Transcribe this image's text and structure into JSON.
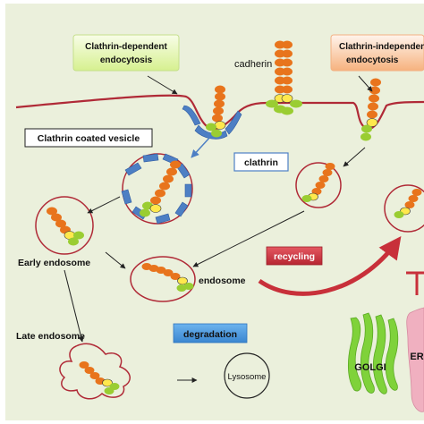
{
  "labels": {
    "clathrin_dependent_line1": "Clathrin-dependent",
    "clathrin_dependent_line2": "endocytosis",
    "cadherin": "cadherin",
    "clathrin_independent_line1": "Clathrin-independent",
    "clathrin_independent_line2": "endocytosis",
    "clathrin_coated_vesicle": "Clathrin coated vesicle",
    "clathrin": "clathrin",
    "early_endosome": "Early endosome",
    "endosome": "endosome",
    "recycling": "recycling",
    "late_endosome": "Late endosome",
    "degradation": "degradation",
    "lysosome": "Lysosome",
    "golgi": "GOLGI",
    "er": "ER"
  },
  "colors": {
    "background": "#ebf0dc",
    "membrane": "#b02a37",
    "cadherin_bead": "#e8741c",
    "catenin_green": "#9acd32",
    "catenin_yellow": "#ffe84d",
    "clathrin_coat": "#4d7fc4",
    "recycling_box": "#d0343e",
    "degradation_box": "#4d9de0",
    "golgi": "#7fd23a",
    "er": "#f0b0c0"
  }
}
